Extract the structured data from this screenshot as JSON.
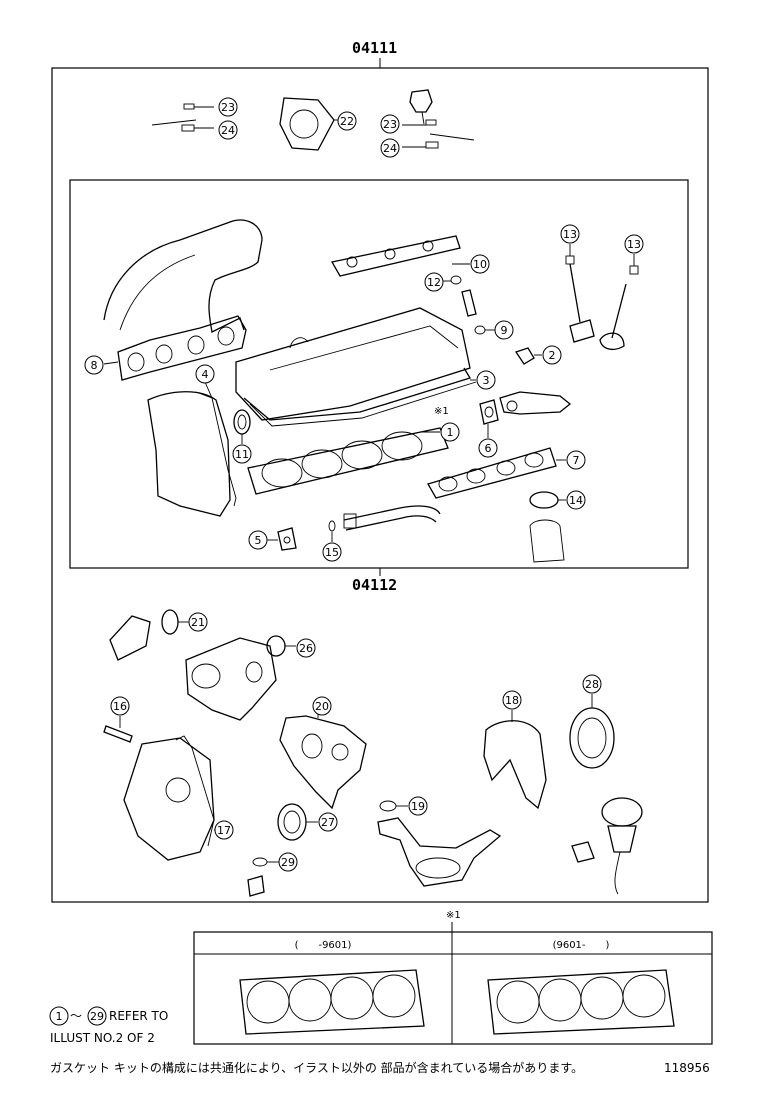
{
  "header": {
    "group_outer": "04111",
    "group_inner": "04112",
    "note_mark_top": "※1",
    "note_mark_cylhead": "※1"
  },
  "callouts": {
    "c1": "1",
    "c2": "2",
    "c3": "3",
    "c4": "4",
    "c5": "5",
    "c6": "6",
    "c7": "7",
    "c8": "8",
    "c9": "9",
    "c10": "10",
    "c11": "11",
    "c12": "12",
    "c13a": "13",
    "c13b": "13",
    "c14": "14",
    "c15": "15",
    "c16": "16",
    "c17": "17",
    "c18": "18",
    "c19": "19",
    "c20": "20",
    "c21": "21",
    "c22": "22",
    "c23a": "23",
    "c23b": "23",
    "c24a": "24",
    "c24b": "24",
    "c26": "26",
    "c27": "27",
    "c28": "28",
    "c29": "29"
  },
  "variants": {
    "left": "(　　-9601)",
    "right": "(9601-　　)"
  },
  "footer": {
    "refer_range_start": "1",
    "refer_range_end": "29",
    "refer_text_1": "REFER TO",
    "refer_text_2": "ILLUST NO.2 OF 2",
    "japanese_note": "ガスケット キットの構成には共通化により、イラスト以外の 部品が含まれている場合があります。",
    "illustration_number": "118956"
  }
}
